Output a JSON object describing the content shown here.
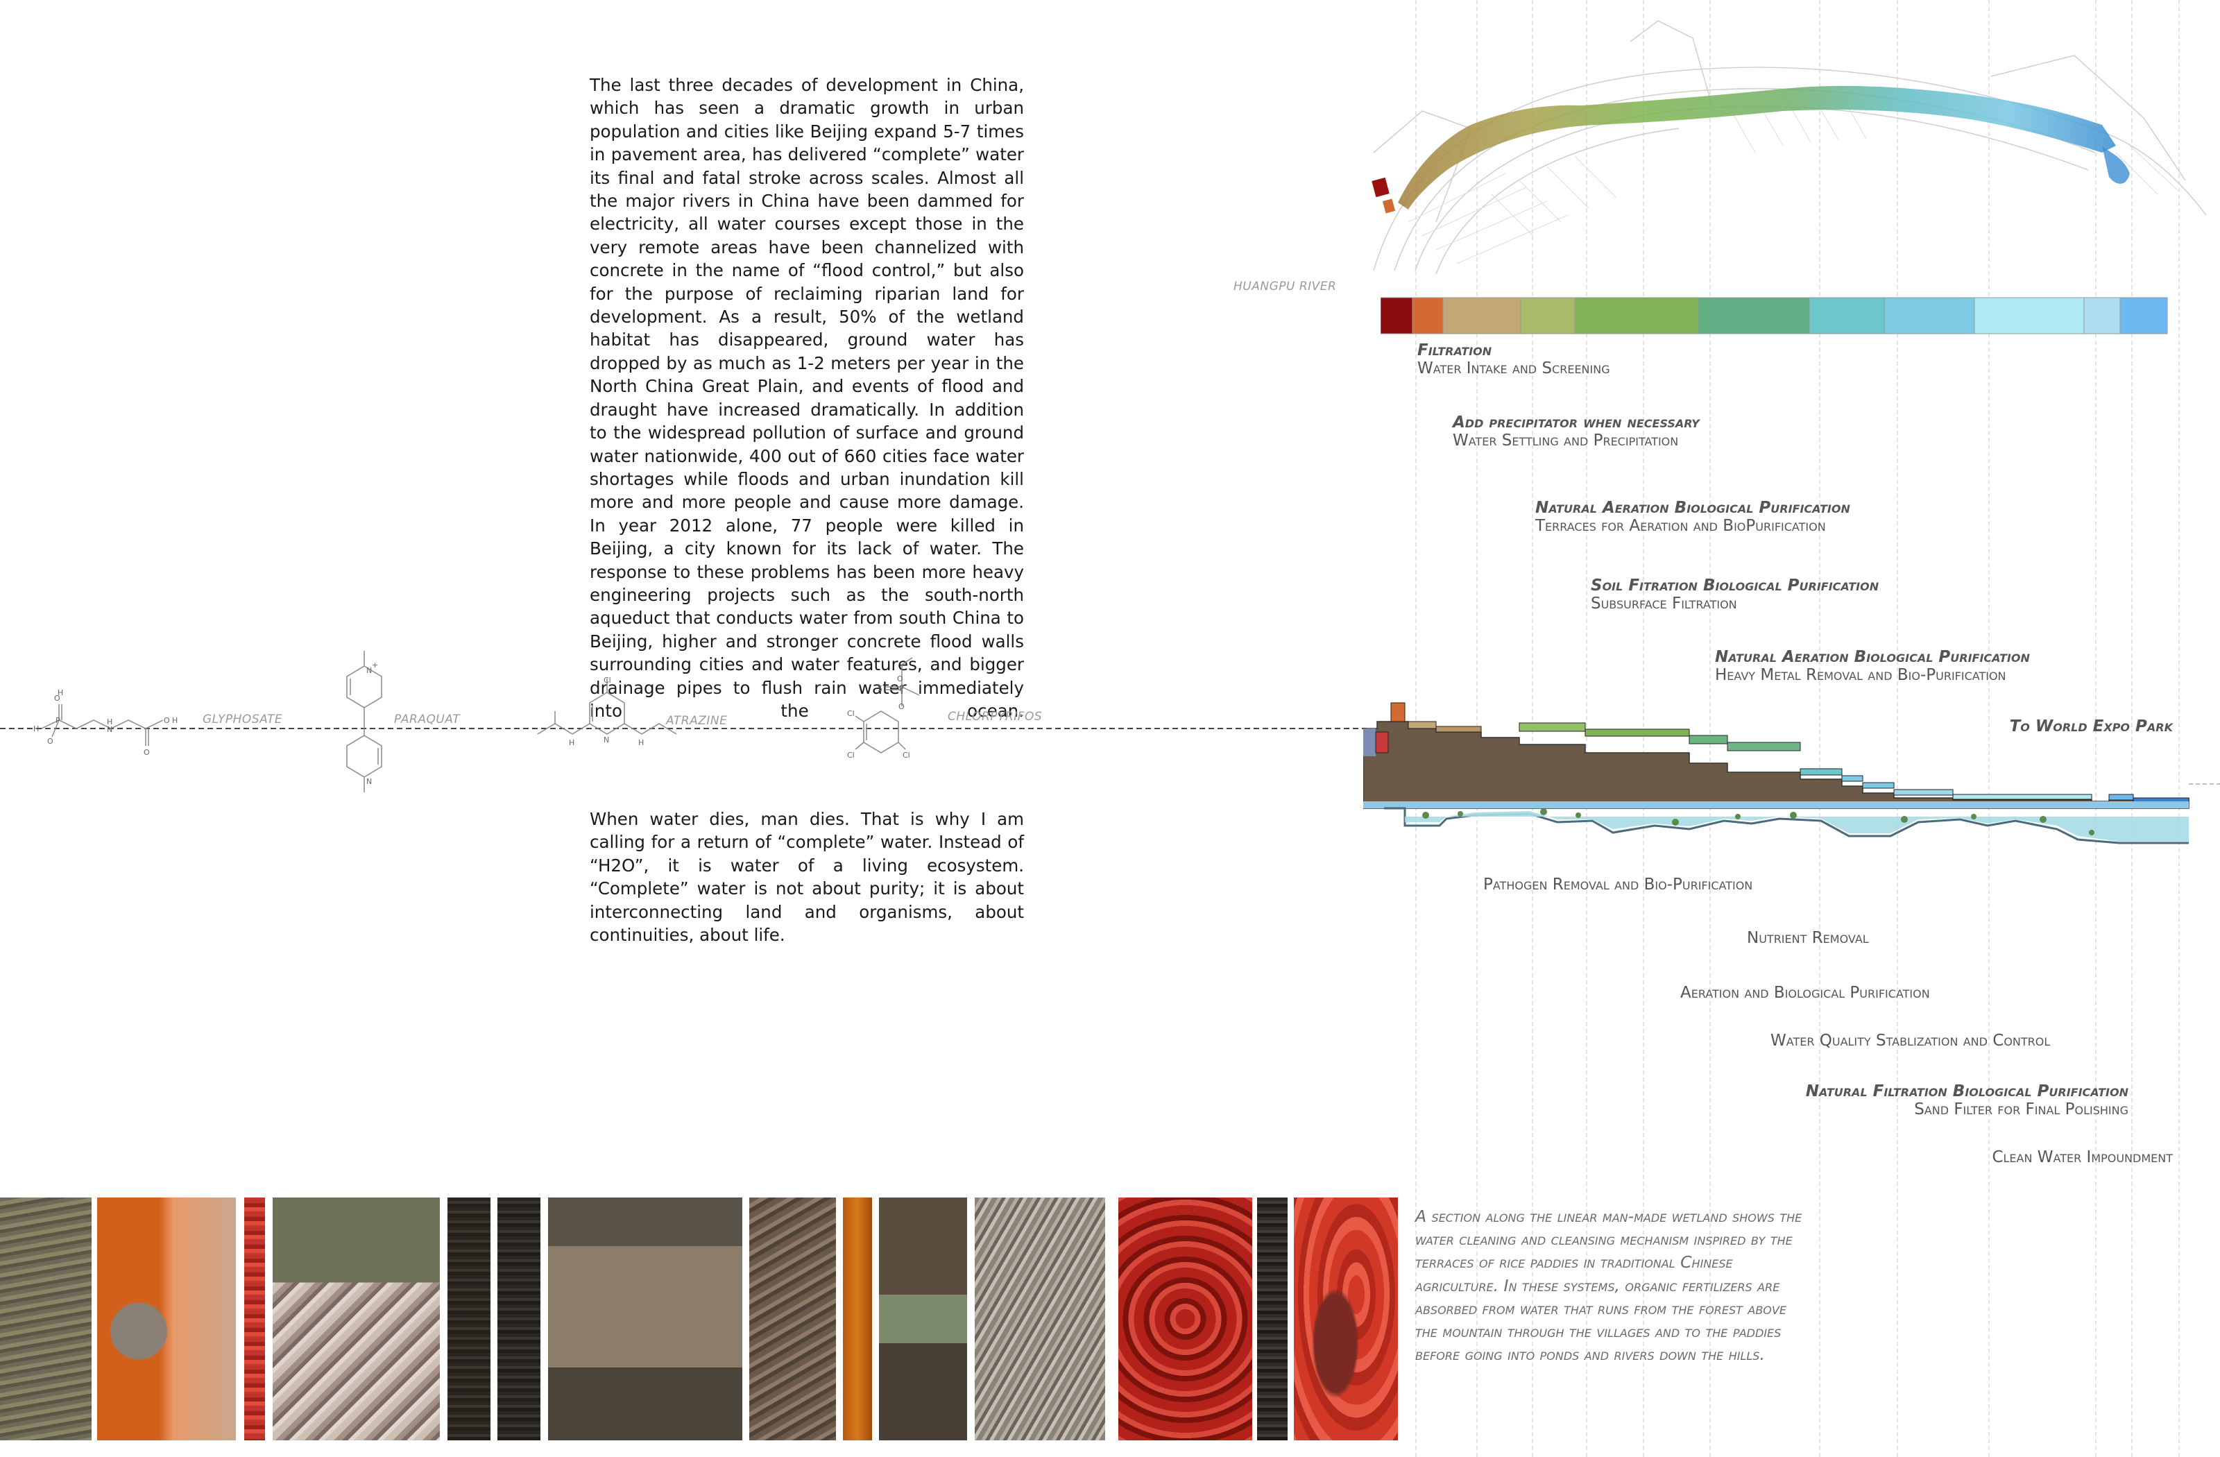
{
  "essay": {
    "paragraph1": "The last three decades of development in China, which has seen a dramatic growth in urban population and cities like Beijing expand 5-7 times in pavement area, has delivered “complete” water its final and fatal stroke across scales. Almost all the major rivers in China have been dammed for electricity, all water courses except those in the very remote areas have been channelized with concrete in the name of “flood control,” but also for the purpose of reclaiming riparian land for development. As a result, 50% of the wetland habitat has disappeared, ground water has dropped by as much as 1-2 meters per year in the North China Great Plain, and events of flood and draught have increased dramatically. In addition to the widespread pollution of surface and ground water nationwide, 400 out of 660 cities face water shortages while floods and urban inundation kill more and more people and cause more damage. In year 2012 alone, 77 people were killed in Beijing, a city known for its lack of water. The response to these problems has been more heavy engineering projects such as the south-north aqueduct that conducts water from south China to Beijing, higher and stronger concrete flood walls surrounding cities and water features, and bigger drainage pipes to flush rain water immediately into the ocean.",
    "paragraph2": "When water dies, man dies. That is why I am calling for a return of “complete” water. Instead of “H2O”, it is water of a living ecosystem. “Complete” water is not about purity; it is about interconnecting land and organisms, about continuities, about life."
  },
  "chemicals": {
    "glyphosate": "GLYPHOSATE",
    "paraquat": "PARAQUAT",
    "atrazine": "ATRAZINE",
    "chlorpyrifos": "CHLORPYRIFOS",
    "atoms": {
      "h": "H",
      "o": "O",
      "n": "N",
      "p": "P",
      "cl": "Cl",
      "s": "S",
      "plus": "+"
    }
  },
  "plan": {
    "river_label": "HUANGPU RIVER"
  },
  "color_bar": [
    "#8b0c0c",
    "#d46a32",
    "#c3a774",
    "#a7bb6b",
    "#7fb356",
    "#5fae84",
    "#6cc6cb",
    "#7ccae3",
    "#aeeaf3",
    "#b0dcf0",
    "#6db8f0"
  ],
  "steps": {
    "s1": {
      "title": "Filtration",
      "sub": "Water Intake and Screening"
    },
    "s2": {
      "title": "Add precipitator when necessary",
      "sub": "Water Settling and Precipitation"
    },
    "s3": {
      "title": "Natural Aeration Biological Purification",
      "sub": "Terraces for Aeration and BioPurification"
    },
    "s4": {
      "title": "Soil Fitration Biological Purification",
      "sub": "Subsurface Filtration"
    },
    "s5": {
      "title": "Natural Aeration Biological Purification",
      "sub": "Heavy Metal Removal and Bio-Purification"
    },
    "s6": {
      "title": "To World Expo Park"
    },
    "s7": {
      "sub": "Pathogen Removal and Bio-Purification"
    },
    "s8": {
      "sub": "Nutrient Removal"
    },
    "s9": {
      "sub": "Aeration and Biological Purification"
    },
    "s10": {
      "sub": "Water Quality Stablization and Control"
    },
    "s11": {
      "title": "Natural Filtration Biological Purification",
      "sub": "Sand Filter for Final Polishing"
    },
    "s12": {
      "sub": "Clean Water Impoundment"
    }
  },
  "caption": "A section along the linear man-made wetland shows the water cleaning and cleansing mechanism inspired by the terraces of rice paddies in traditional Chinese agriculture. In these systems, organic fertilizers are absorbed from water that runs from the forest above the mountain through the villages and to the paddies before going into ponds and rivers down the hills.",
  "photo_strip": {
    "tiles": [
      {
        "kind": "soil"
      },
      {
        "kind": "rust"
      },
      {
        "kind": "red"
      },
      {
        "kind": "rubble"
      },
      {
        "kind": "dark"
      },
      {
        "kind": "dark2"
      },
      {
        "kind": "puddle"
      },
      {
        "kind": "tiles"
      },
      {
        "kind": "orange"
      },
      {
        "kind": "mud"
      },
      {
        "kind": "rubble2"
      },
      {
        "kind": "redwave"
      },
      {
        "kind": "dark"
      },
      {
        "kind": "red2"
      }
    ]
  }
}
